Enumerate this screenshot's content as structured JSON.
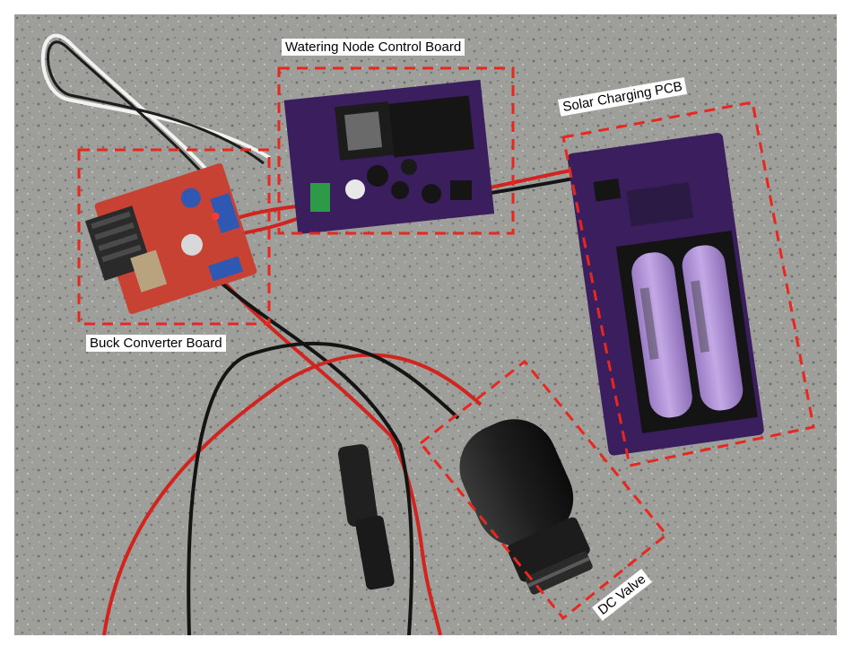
{
  "labels": {
    "control_board": "Watering Node Control Board",
    "solar_pcb": "Solar Charging PCB",
    "buck_converter": "Buck Converter Board",
    "dc_valve": "DC Valve"
  },
  "colors": {
    "annotation_box": "#e8271f",
    "countertop": "#9c9c98",
    "pcb_purple": "#3a1e5e",
    "battery": "#b79ad8",
    "wire_red": "#d2241f",
    "wire_black": "#141414"
  }
}
